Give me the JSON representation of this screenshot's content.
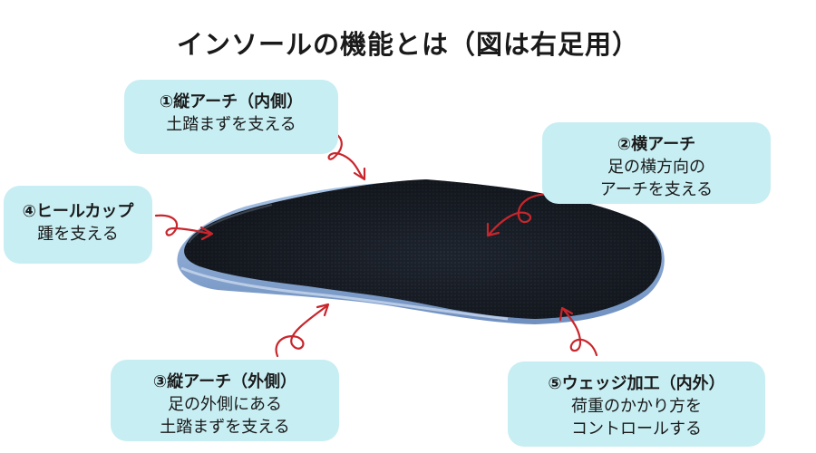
{
  "title": "インソールの機能とは（図は右足用）",
  "callouts": {
    "arch_inner": {
      "head": "①縦アーチ（内側）",
      "lines": [
        "土踏まずを支える"
      ]
    },
    "arch_transverse": {
      "head": "②横アーチ",
      "lines": [
        "足の横方向の",
        "アーチを支える"
      ]
    },
    "arch_outer": {
      "head": "③縦アーチ（外側）",
      "lines": [
        "足の外側にある",
        "土踏まずを支える"
      ]
    },
    "heel_cup": {
      "head": "④ヒールカップ",
      "lines": [
        "踵を支える"
      ]
    },
    "wedge": {
      "head": "⑤ウェッジ加工（内外）",
      "lines": [
        "荷重のかかり方を",
        "コントロールする"
      ]
    }
  },
  "colors": {
    "callout_bg": "#c7eef3",
    "arrow": "#c8262c",
    "insole_top": "#1f2530",
    "insole_foam": "#8fb0d8"
  }
}
